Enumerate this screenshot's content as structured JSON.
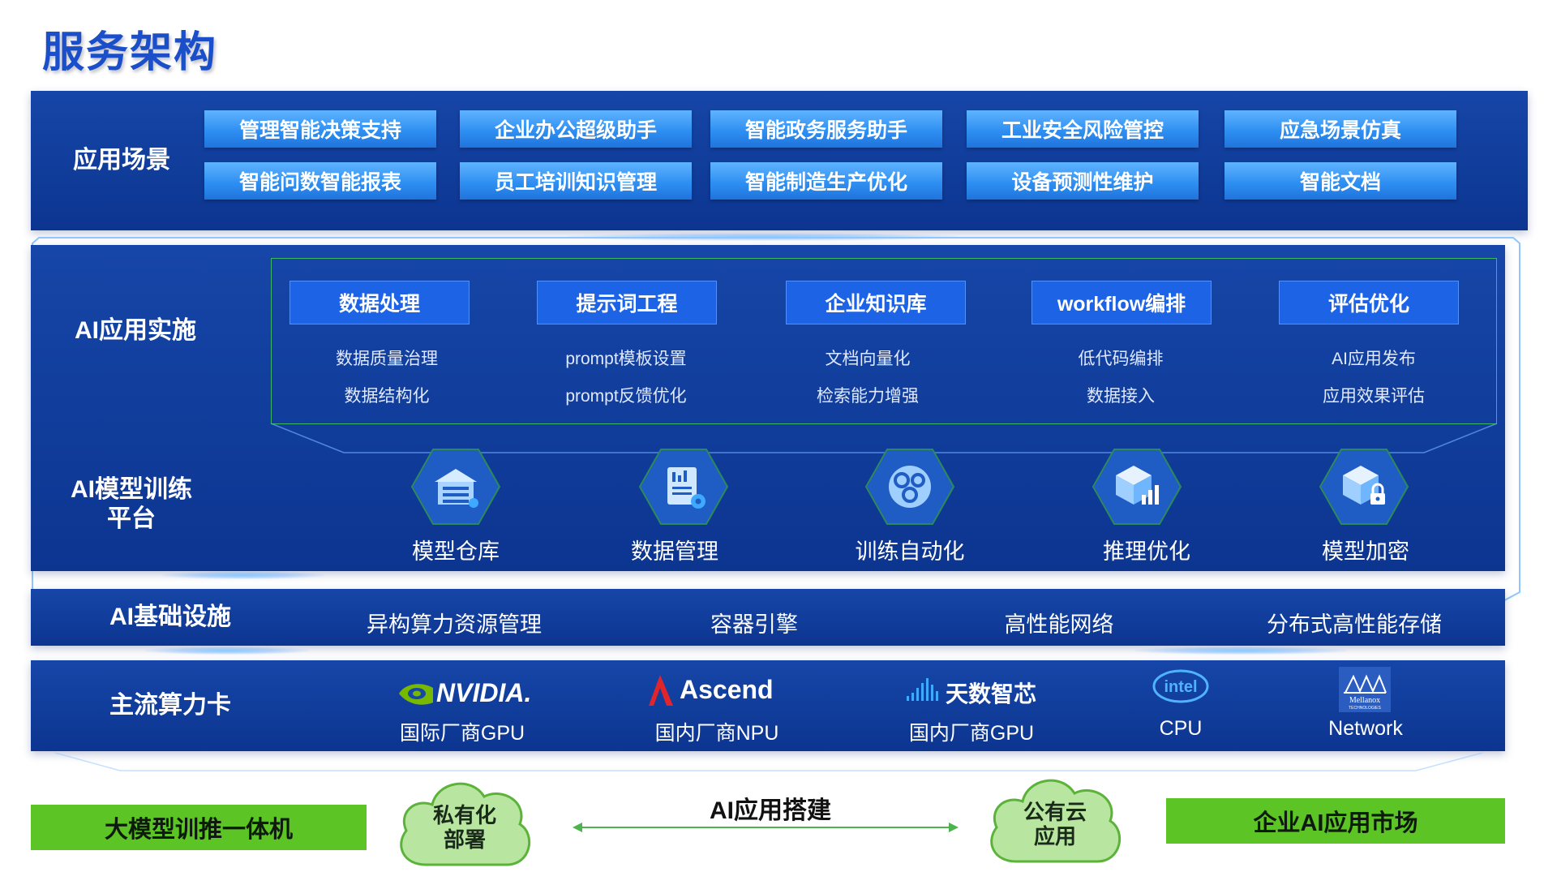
{
  "title": "服务架构",
  "layers": {
    "scenarios": {
      "label": "应用场景",
      "row1": [
        "管理智能决策支持",
        "企业办公超级助手",
        "智能政务服务助手",
        "工业安全风险管控",
        "应急场景仿真"
      ],
      "row2": [
        "智能问数智能报表",
        "员工培训知识管理",
        "智能制造生产优化",
        "设备预测性维护",
        "智能文档"
      ]
    },
    "ai_impl": {
      "label": "AI应用实施",
      "columns": [
        {
          "head": "数据处理",
          "items": [
            "数据质量治理",
            "数据结构化"
          ]
        },
        {
          "head": "提示词工程",
          "items": [
            "prompt模板设置",
            "prompt反馈优化"
          ]
        },
        {
          "head": "企业知识库",
          "items": [
            "文档向量化",
            "检索能力增强"
          ]
        },
        {
          "head": "workflow编排",
          "items": [
            "低代码编排",
            "数据接入"
          ]
        },
        {
          "head": "评估优化",
          "items": [
            "AI应用发布",
            "应用效果评估"
          ]
        }
      ]
    },
    "training": {
      "label_line1": "AI模型训练",
      "label_line2": "平台",
      "items": [
        {
          "label": "模型仓库",
          "icon": "warehouse-icon"
        },
        {
          "label": "数据管理",
          "icon": "data-management-icon"
        },
        {
          "label": "训练自动化",
          "icon": "gears-icon"
        },
        {
          "label": "推理优化",
          "icon": "cube-chart-icon"
        },
        {
          "label": "模型加密",
          "icon": "cube-lock-icon"
        }
      ]
    },
    "infra": {
      "label": "AI基础设施",
      "items": [
        "异构算力资源管理",
        "容器引擎",
        "高性能网络",
        "分布式高性能存储"
      ]
    },
    "compute": {
      "label": "主流算力卡",
      "vendors": [
        {
          "brand": "NVIDIA.",
          "sub": "国际厂商GPU",
          "icon": "nvidia-logo-icon"
        },
        {
          "brand": "Ascend",
          "sub": "国内厂商NPU",
          "icon": "ascend-logo-icon"
        },
        {
          "brand": "天数智芯",
          "sub": "国内厂商GPU",
          "icon": "iluvatar-logo-icon"
        },
        {
          "brand": "intel",
          "sub": "CPU",
          "icon": "intel-logo-icon"
        },
        {
          "brand": "Mellanox",
          "brand_small": "TECHNOLOGIES",
          "sub": "Network",
          "icon": "mellanox-logo-icon"
        }
      ]
    }
  },
  "bottom": {
    "left_bar": "大模型训推一体机",
    "private_cloud": [
      "私有化",
      "部署"
    ],
    "arrow_label": "AI应用搭建",
    "public_cloud": [
      "公有云",
      "应用"
    ],
    "right_bar": "企业AI应用市场"
  },
  "colors": {
    "band_blue": "#1646a8",
    "chip_blue": "#2f8ff2",
    "head_blue": "#1c63e6",
    "green": "#5cc425",
    "cloud_green": "#b8e6a0",
    "title_blue": "#1a4fc9"
  }
}
